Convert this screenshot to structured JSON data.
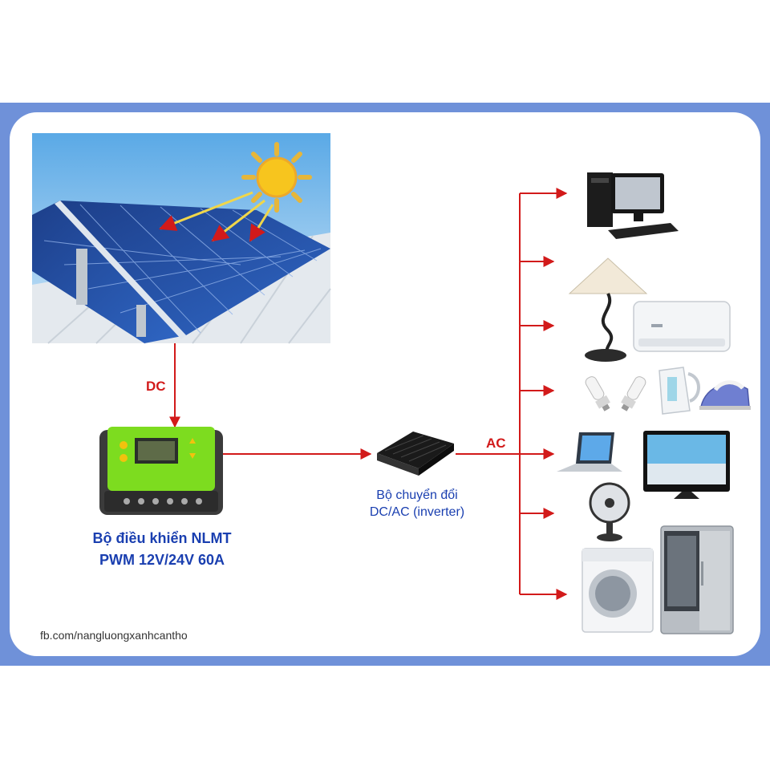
{
  "labels": {
    "dc": "DC",
    "ac": "AC",
    "controller_line1": "Bộ điều khiển NLMT",
    "controller_line2": "PWM 12V/24V 60A",
    "inverter_line1": "Bộ chuyển đổi",
    "inverter_line2": "DC/AC (inverter)",
    "source": "fb.com/nangluongxanhcantho"
  },
  "colors": {
    "frame": "#6f91d9",
    "arrow": "#d21a1a",
    "label_blue": "#1a3fb0",
    "controller_green": "#7ddc1f"
  },
  "icons": [
    "sun-icon",
    "solar-panel-icon",
    "charge-controller-icon",
    "inverter-icon",
    "computer-icon",
    "lamp-icon",
    "air-conditioner-icon",
    "bulb-icon",
    "kettle-icon",
    "iron-icon",
    "laptop-icon",
    "tv-icon",
    "fan-icon",
    "washing-machine-icon",
    "fridge-icon"
  ]
}
